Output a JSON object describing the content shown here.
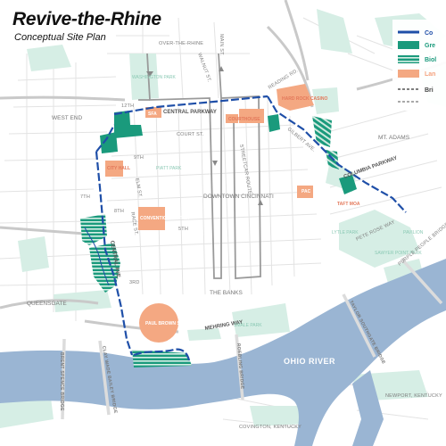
{
  "title": "Revive-the-Rhine",
  "subtitle": "Conceptual Site Plan",
  "legend": [
    {
      "label": "Co",
      "color": "#1f4fa8"
    },
    {
      "label": "Gre",
      "color": "#1a9a7c"
    },
    {
      "label": "Biol",
      "color": "#1a9a7c"
    },
    {
      "label": "Lan",
      "color": "#f4a27e"
    },
    {
      "label": "Bri",
      "color": "#333333"
    }
  ],
  "colors": {
    "river": "#9ab5d3",
    "green_space": "#cfe9df",
    "connector": "#1f4fa8",
    "green": "#1a9a7c",
    "landmark": "#f4a882"
  },
  "labels": {
    "over_the_rhine": "OVER-THE-RHINE",
    "washington_park": "WASHINGTON PARK",
    "main_st": "MAIN ST.",
    "walnut_st": "WALNUT ST.",
    "reading_rd": "READING RD.",
    "hard_rock_casino": "HARD ROCK CASINO",
    "twelfth": "12TH",
    "central_parkway": "CENTRAL PARKWAY",
    "sfa": "SFA",
    "courthouse": "COURTHOUSE",
    "west_end": "WEST END",
    "court_st": "COURT ST.",
    "streetcar_route": "STREETCAR ROUTE",
    "gilbert_ave": "GILBERT AVE.",
    "mt_adams": "MT. ADAMS",
    "ninth": "9TH",
    "city_hall": "CITY HALL",
    "piatt_park": "PIATT PARK",
    "columbia_parkway": "COLUMBIA PARKWAY",
    "elm_st": "ELM ST.",
    "seventh": "7TH",
    "downtown_cincinnati": "DOWNTOWN CINCINNATI",
    "pac": "PAC",
    "taft_moa": "TAFT MOA",
    "eighth": "8TH",
    "convention_center": "CONVENTION CENTER",
    "race_st": "RACE ST.",
    "fifth": "5TH",
    "lytle_park": "LYTLE PARK",
    "pete_rose_way": "PETE ROSE WAY",
    "central_ave": "CENTRAL AVE.",
    "sawyer_point_park": "SAWYER POINT PARK",
    "pavilion": "PAVILION",
    "third": "3RD",
    "purple_people_bridge": "PURPLE PEOPLE BRIDGE",
    "the_banks": "THE BANKS",
    "queensgate": "QUEENSGATE",
    "paul_brown_stadium": "PAUL BROWN STADIUM",
    "mehring_way": "MEHRING WAY",
    "smale_park": "SMALE PARK",
    "ohio_river": "OHIO RIVER",
    "brent_spence_bridge": "BRENT SPENCE BRIDGE",
    "clay_wade_bailey_bridge": "CLAY WADE BAILEY BRIDGE",
    "roebling_bridge": "ROEBLING BRIDGE",
    "taylor_southgate_bridge": "TAYLOR SOUTHGATE BRIDGE",
    "newport_kentucky": "NEWPORT, KENTUCKY",
    "covington_kentucky": "COVINGTON, KENTUCKY"
  }
}
